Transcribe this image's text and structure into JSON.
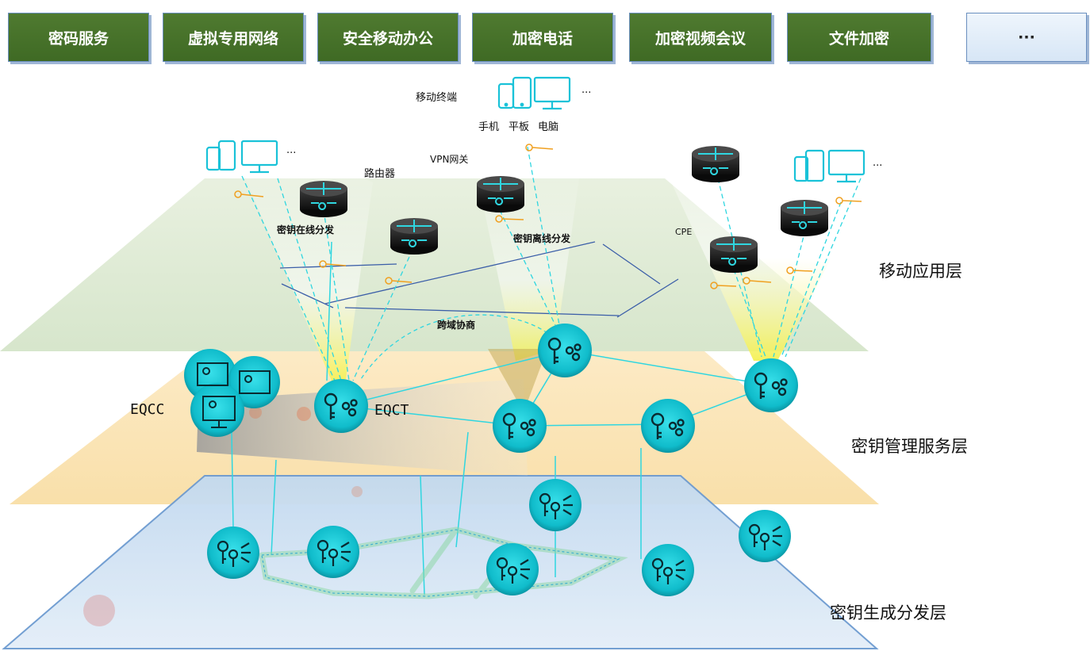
{
  "top_buttons": [
    "密码服务",
    "虚拟专用网络",
    "安全移动办公",
    "加密电话",
    "加密视频会议",
    "文件加密",
    "···"
  ],
  "labels": {
    "mobile_terminal": "移动终端",
    "phone": "手机",
    "tablet": "平板",
    "computer": "电脑",
    "router": "路由器",
    "vpn_gateway": "VPN网关",
    "cpe": "CPE",
    "online_distribution": "密钥在线分发",
    "offline_distribution": "密钥离线分发",
    "cross_domain": "跨域协商",
    "eqcc": "EQCC",
    "eqct": "EQCT",
    "ellipsis_1": "···",
    "ellipsis_2": "···",
    "ellipsis_3": "···"
  },
  "layers": {
    "mobile_app": "移动应用层",
    "key_management": "密钥管理服务层",
    "key_generation": "密钥生成分发层"
  },
  "colors": {
    "button_green": "#4a7530",
    "layer_top": "#d9e8cf",
    "layer_mid": "#fbe3b0",
    "layer_bottom": "#c9def2",
    "node_cyan": "#16c9d6",
    "link_cyan": "#2fd6e0",
    "link_blue": "#3b5ea8",
    "key_orange": "#f0a020"
  }
}
